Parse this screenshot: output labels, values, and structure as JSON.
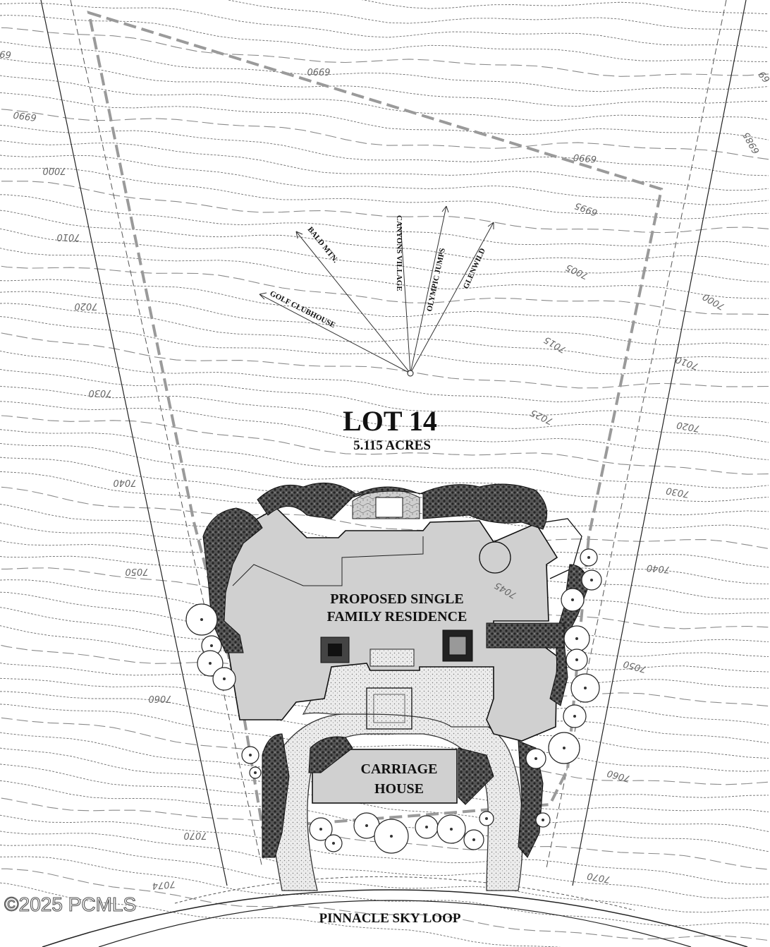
{
  "lot": {
    "title": "LOT 14",
    "acreage": "5.115 ACRES"
  },
  "buildings": {
    "residence_line1": "PROPOSED SINGLE",
    "residence_line2": "FAMILY RESIDENCE",
    "carriage_line1": "CARRIAGE",
    "carriage_line2": "HOUSE"
  },
  "road": {
    "name": "PINNACLE SKY LOOP"
  },
  "views": [
    "GOLF CLUBHOUSE",
    "BALD MTN.",
    "CANYONS VILLAGE",
    "OLYMPIC JUMPS",
    "GLENWILD"
  ],
  "elevations": {
    "e6990_a": "6990",
    "e6990_b": "6990",
    "e6990_c": "6990",
    "e6995": "6995",
    "e7000_a": "7000",
    "e7000_b": "7000",
    "e7005": "7005",
    "e7010_a": "7010",
    "e7010_b": "7010",
    "e7015": "7015",
    "e7020_a": "7020",
    "e7020_b": "7020",
    "e7025": "7025",
    "e7030_a": "7030",
    "e7030_b": "7030",
    "e7040_a": "7040",
    "e7040_b": "7040",
    "e7045": "7045",
    "e7050_a": "7050",
    "e7050_b": "7050",
    "e7060_a": "7060",
    "e7060_b": "7060",
    "e7070_a": "7070",
    "e7070_b": "7070",
    "e7074": "7074",
    "e6985": "6985",
    "e69_left": "69",
    "e69_right": "69"
  },
  "watermark": "©2025 PCMLS",
  "colors": {
    "building_fill": "#d0d0d0",
    "paving_fill": "#e6e6e6",
    "boundary": "#9a9a9a",
    "landscape": "#2a2a2a"
  }
}
